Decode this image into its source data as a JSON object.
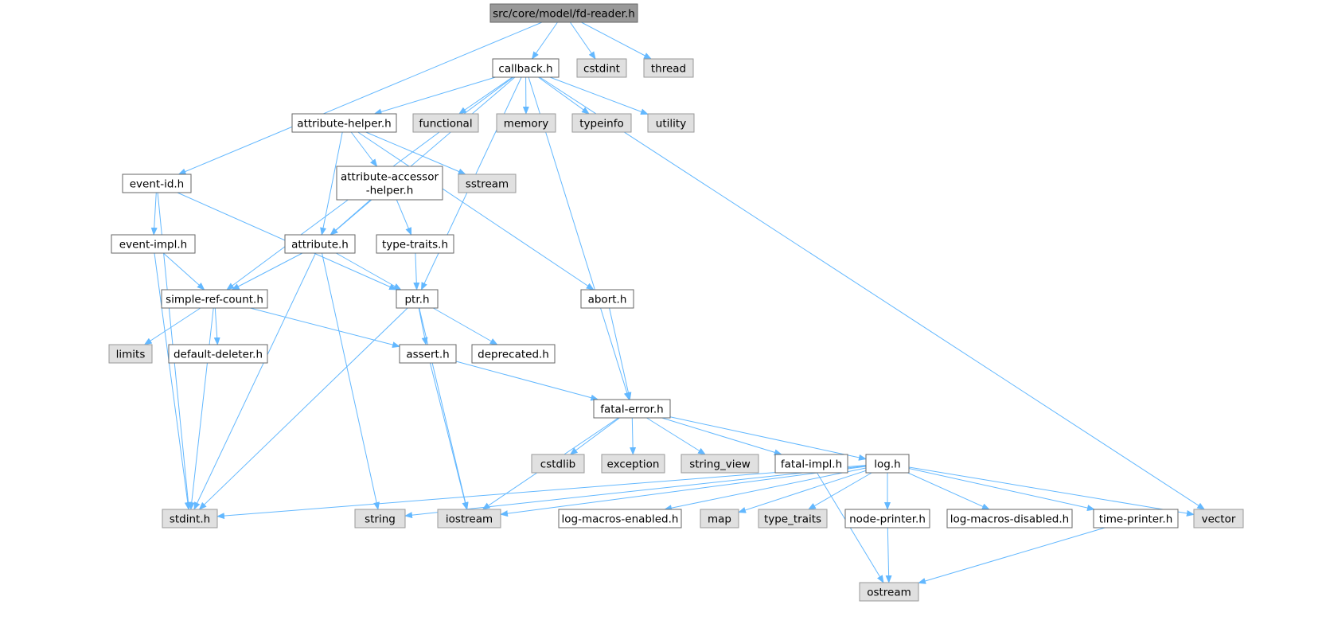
{
  "colors": {
    "edge": "#63b8ff",
    "root_fill": "#999999",
    "root_border": "#666666",
    "header_fill": "#ffffff",
    "header_border": "#666666",
    "system_fill": "#e0e0e0",
    "system_border": "#999999"
  },
  "nodes": [
    {
      "id": "fd_reader",
      "label": "src/core/model/fd-reader.h",
      "kind": "root"
    },
    {
      "id": "callback",
      "label": "callback.h",
      "kind": "header"
    },
    {
      "id": "cstdint",
      "label": "cstdint",
      "kind": "system"
    },
    {
      "id": "thread",
      "label": "thread",
      "kind": "system"
    },
    {
      "id": "attr_helper",
      "label": "attribute-helper.h",
      "kind": "header"
    },
    {
      "id": "functional",
      "label": "functional",
      "kind": "system"
    },
    {
      "id": "memory",
      "label": "memory",
      "kind": "system"
    },
    {
      "id": "typeinfo",
      "label": "typeinfo",
      "kind": "system"
    },
    {
      "id": "utility",
      "label": "utility",
      "kind": "system"
    },
    {
      "id": "event_id",
      "label": "event-id.h",
      "kind": "header"
    },
    {
      "id": "attr_acc",
      "label": "attribute-accessor\n-helper.h",
      "kind": "header"
    },
    {
      "id": "sstream",
      "label": "sstream",
      "kind": "system"
    },
    {
      "id": "event_impl",
      "label": "event-impl.h",
      "kind": "header"
    },
    {
      "id": "attribute",
      "label": "attribute.h",
      "kind": "header"
    },
    {
      "id": "type_traits_h",
      "label": "type-traits.h",
      "kind": "header"
    },
    {
      "id": "simple_ref",
      "label": "simple-ref-count.h",
      "kind": "header"
    },
    {
      "id": "ptr",
      "label": "ptr.h",
      "kind": "header"
    },
    {
      "id": "abort",
      "label": "abort.h",
      "kind": "header"
    },
    {
      "id": "limits",
      "label": "limits",
      "kind": "system"
    },
    {
      "id": "default_del",
      "label": "default-deleter.h",
      "kind": "header"
    },
    {
      "id": "assert",
      "label": "assert.h",
      "kind": "header"
    },
    {
      "id": "deprecated",
      "label": "deprecated.h",
      "kind": "header"
    },
    {
      "id": "fatal_error",
      "label": "fatal-error.h",
      "kind": "header"
    },
    {
      "id": "cstdlib",
      "label": "cstdlib",
      "kind": "system"
    },
    {
      "id": "exception",
      "label": "exception",
      "kind": "system"
    },
    {
      "id": "string_view",
      "label": "string_view",
      "kind": "system"
    },
    {
      "id": "fatal_impl",
      "label": "fatal-impl.h",
      "kind": "header"
    },
    {
      "id": "log",
      "label": "log.h",
      "kind": "header"
    },
    {
      "id": "stdint",
      "label": "stdint.h",
      "kind": "system"
    },
    {
      "id": "string",
      "label": "string",
      "kind": "system"
    },
    {
      "id": "iostream",
      "label": "iostream",
      "kind": "system"
    },
    {
      "id": "log_en",
      "label": "log-macros-enabled.h",
      "kind": "header"
    },
    {
      "id": "map",
      "label": "map",
      "kind": "system"
    },
    {
      "id": "type_traits",
      "label": "type_traits",
      "kind": "system"
    },
    {
      "id": "node_printer",
      "label": "node-printer.h",
      "kind": "header"
    },
    {
      "id": "log_dis",
      "label": "log-macros-disabled.h",
      "kind": "header"
    },
    {
      "id": "time_printer",
      "label": "time-printer.h",
      "kind": "header"
    },
    {
      "id": "vector",
      "label": "vector",
      "kind": "system"
    },
    {
      "id": "ostream",
      "label": "ostream",
      "kind": "system"
    }
  ],
  "edges": [
    [
      "fd_reader",
      "callback"
    ],
    [
      "fd_reader",
      "cstdint"
    ],
    [
      "fd_reader",
      "thread"
    ],
    [
      "fd_reader",
      "event_id"
    ],
    [
      "callback",
      "attr_helper"
    ],
    [
      "callback",
      "functional"
    ],
    [
      "callback",
      "memory"
    ],
    [
      "callback",
      "typeinfo"
    ],
    [
      "callback",
      "utility"
    ],
    [
      "callback",
      "vector"
    ],
    [
      "callback",
      "attribute"
    ],
    [
      "callback",
      "simple_ref"
    ],
    [
      "callback",
      "ptr"
    ],
    [
      "callback",
      "fatal_error"
    ],
    [
      "attr_helper",
      "attr_acc"
    ],
    [
      "attr_helper",
      "sstream"
    ],
    [
      "attr_helper",
      "attribute"
    ],
    [
      "attr_helper",
      "abort"
    ],
    [
      "event_id",
      "event_impl"
    ],
    [
      "event_id",
      "ptr"
    ],
    [
      "event_id",
      "stdint"
    ],
    [
      "attr_acc",
      "attribute"
    ],
    [
      "attr_acc",
      "type_traits_h"
    ],
    [
      "event_impl",
      "simple_ref"
    ],
    [
      "event_impl",
      "stdint"
    ],
    [
      "attribute",
      "simple_ref"
    ],
    [
      "attribute",
      "ptr"
    ],
    [
      "attribute",
      "stdint"
    ],
    [
      "attribute",
      "string"
    ],
    [
      "type_traits_h",
      "ptr"
    ],
    [
      "simple_ref",
      "limits"
    ],
    [
      "simple_ref",
      "default_del"
    ],
    [
      "simple_ref",
      "assert"
    ],
    [
      "simple_ref",
      "stdint"
    ],
    [
      "ptr",
      "assert"
    ],
    [
      "ptr",
      "deprecated"
    ],
    [
      "ptr",
      "iostream"
    ],
    [
      "ptr",
      "stdint"
    ],
    [
      "abort",
      "fatal_error"
    ],
    [
      "assert",
      "fatal_error"
    ],
    [
      "assert",
      "iostream"
    ],
    [
      "fatal_error",
      "cstdlib"
    ],
    [
      "fatal_error",
      "exception"
    ],
    [
      "fatal_error",
      "string_view"
    ],
    [
      "fatal_error",
      "fatal_impl"
    ],
    [
      "fatal_error",
      "log"
    ],
    [
      "fatal_error",
      "iostream"
    ],
    [
      "fatal_impl",
      "ostream"
    ],
    [
      "log",
      "stdint"
    ],
    [
      "log",
      "string"
    ],
    [
      "log",
      "iostream"
    ],
    [
      "log",
      "log_en"
    ],
    [
      "log",
      "map"
    ],
    [
      "log",
      "type_traits"
    ],
    [
      "log",
      "node_printer"
    ],
    [
      "log",
      "log_dis"
    ],
    [
      "log",
      "time_printer"
    ],
    [
      "log",
      "vector"
    ],
    [
      "node_printer",
      "ostream"
    ],
    [
      "time_printer",
      "ostream"
    ]
  ]
}
